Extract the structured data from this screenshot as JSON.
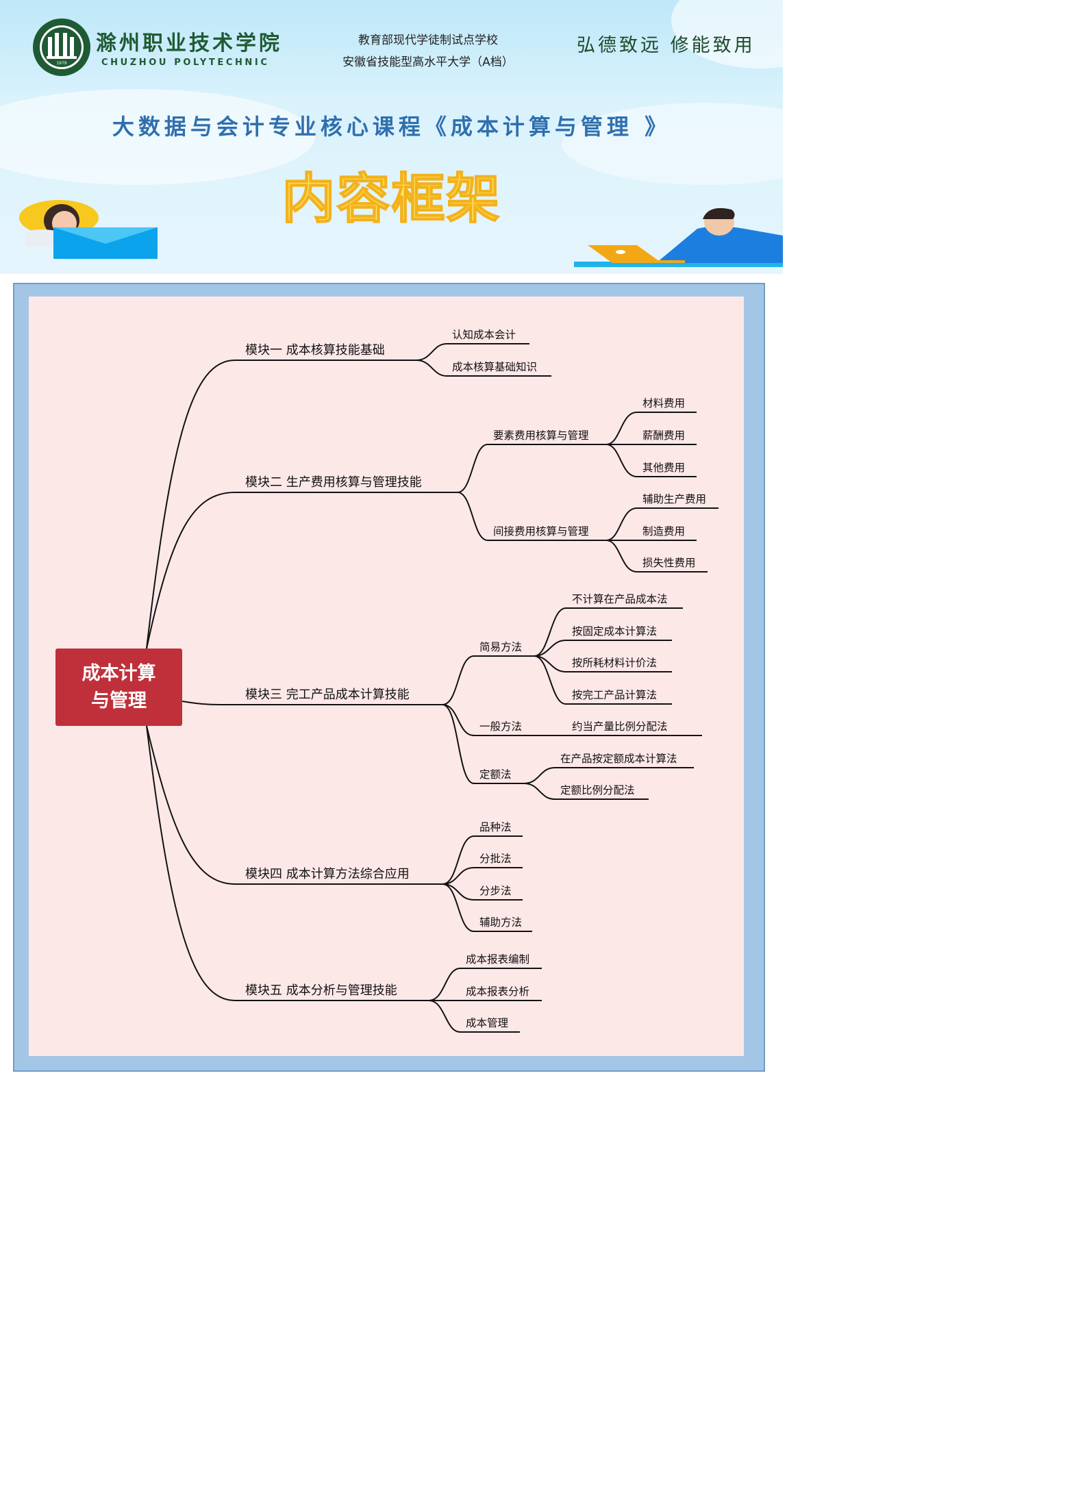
{
  "header": {
    "school_name_cn": "滁州职业技术学院",
    "school_name_en": "CHUZHOU POLYTECHNIC",
    "logo_year": "1979",
    "tagline_1": "教育部现代学徒制试点学校",
    "tagline_2": "安徽省技能型高水平大学（A档）",
    "motto": "弘德致远 修能致用",
    "course_title": "大数据与会计专业核心课程《成本计算与管理 》",
    "page_title": "内容框架"
  },
  "mindmap": {
    "root_line1": "成本计算",
    "root_line2": "与管理",
    "m1": {
      "label": "模块一 成本核算技能基础",
      "children": [
        "认知成本会计",
        "成本核算基础知识"
      ]
    },
    "m2": {
      "label": "模块二 生产费用核算与管理技能",
      "g1": {
        "label": "要素费用核算与管理",
        "children": [
          "材料费用",
          "薪酬费用",
          "其他费用"
        ]
      },
      "g2": {
        "label": "间接费用核算与管理",
        "children": [
          "辅助生产费用",
          "制造费用",
          "损失性费用"
        ]
      }
    },
    "m3": {
      "label": "模块三 完工产品成本计算技能",
      "g1": {
        "label": "简易方法",
        "children": [
          "不计算在产品成本法",
          "按固定成本计算法",
          "按所耗材料计价法",
          "按完工产品计算法"
        ]
      },
      "g2": {
        "label": "一般方法",
        "children": [
          "约当产量比例分配法"
        ]
      },
      "g3": {
        "label": "定额法",
        "children": [
          "在产品按定额成本计算法",
          "定额比例分配法"
        ]
      }
    },
    "m4": {
      "label": "模块四 成本计算方法综合应用",
      "children": [
        "品种法",
        "分批法",
        "分步法",
        "辅助方法"
      ]
    },
    "m5": {
      "label": "模块五 成本分析与管理技能",
      "children": [
        "成本报表编制",
        "成本报表分析",
        "成本管理"
      ]
    }
  }
}
